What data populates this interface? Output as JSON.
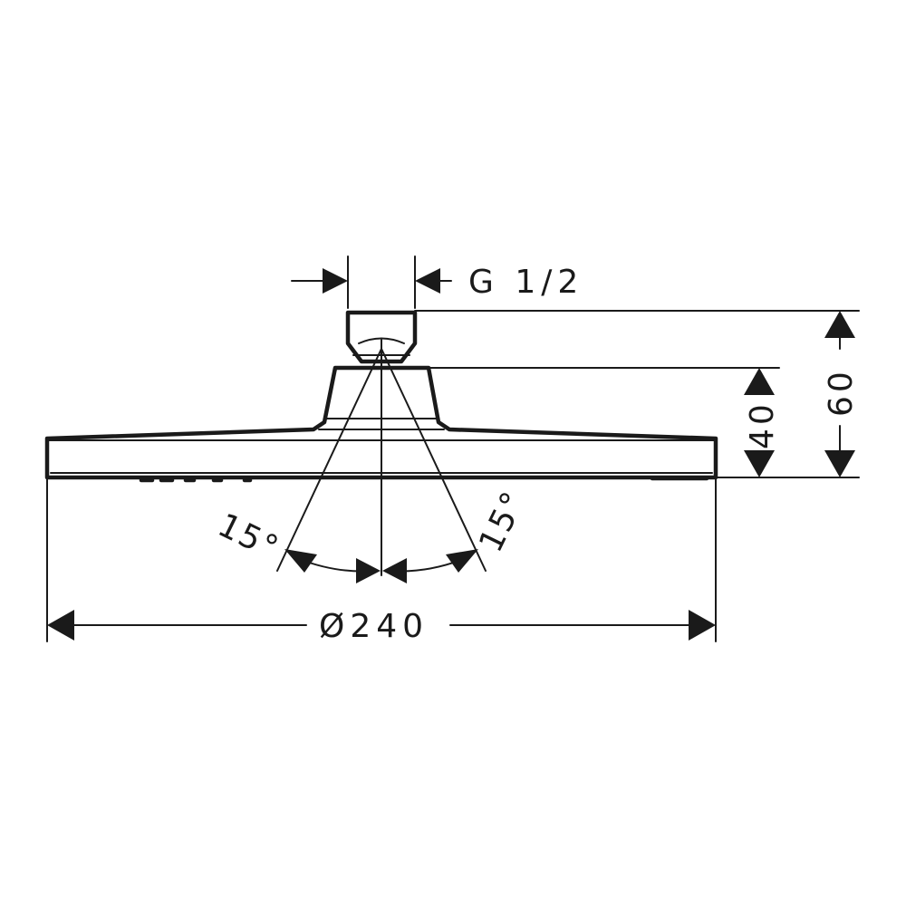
{
  "labels": {
    "thread": "G 1/2",
    "diameter": "Ø240",
    "height_total": "60",
    "height_head": "40",
    "angle_left": "15°",
    "angle_right": "15°"
  }
}
